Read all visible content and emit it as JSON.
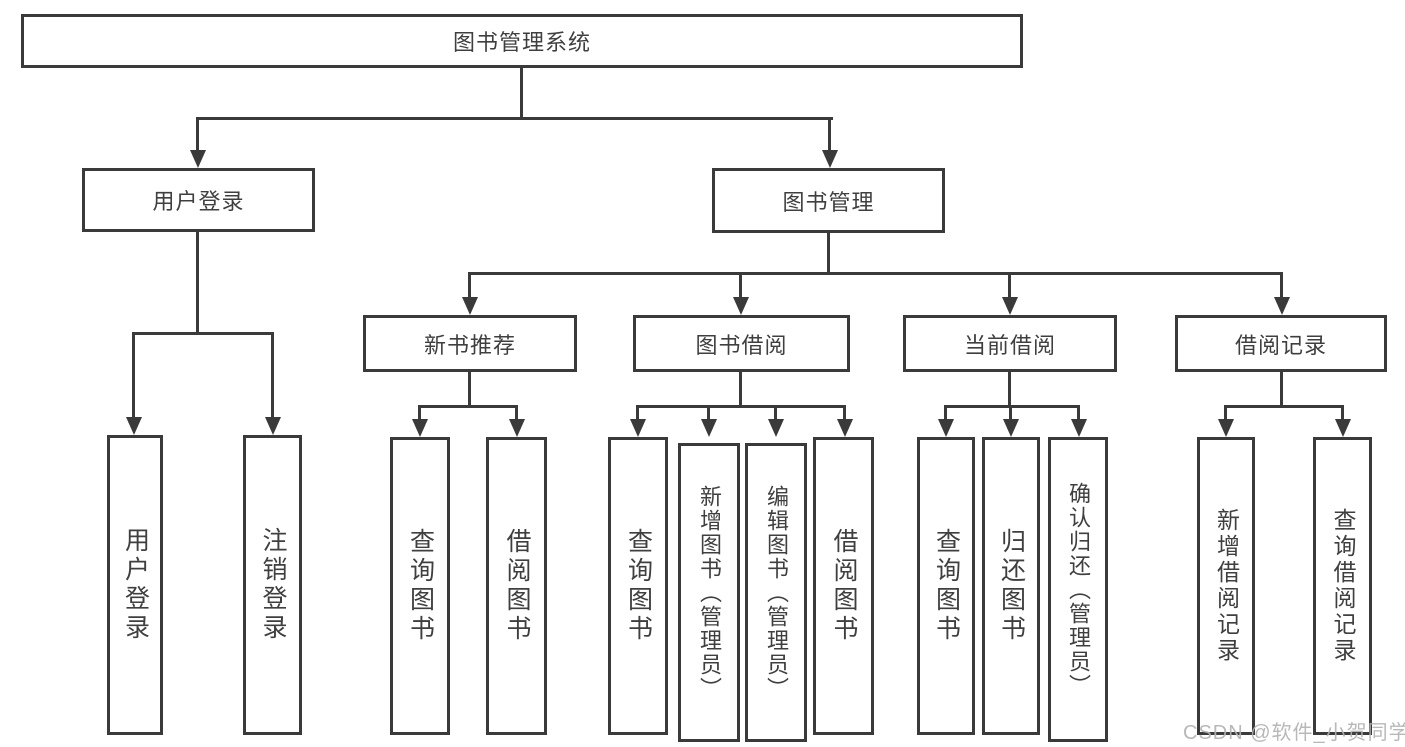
{
  "diagram": {
    "type": "hierarchy-tree",
    "title": "图书管理系统",
    "colors": {
      "line": "#3a3a3a",
      "box_border": "#3a3a3a",
      "box_background": "#ffffff",
      "text": "#3f3f3f",
      "watermark": "#b2b2b2"
    },
    "nodes": {
      "root": {
        "label": "图书管理系统"
      },
      "user_login": {
        "label": "用户登录"
      },
      "book_mgmt": {
        "label": "图书管理"
      },
      "new_book": {
        "label": "新书推荐"
      },
      "book_borrow": {
        "label": "图书借阅"
      },
      "current_borrow": {
        "label": "当前借阅"
      },
      "borrow_record": {
        "label": "借阅记录"
      },
      "leaf_user_login": {
        "label": "用户登录"
      },
      "leaf_logout": {
        "label": "注销登录"
      },
      "leaf_query_book_1": {
        "label": "查询图书"
      },
      "leaf_borrow_book_1": {
        "label": "借阅图书"
      },
      "leaf_query_book_2": {
        "label": "查询图书"
      },
      "leaf_add_book": {
        "label": "新增图书（管理员）"
      },
      "leaf_edit_book": {
        "label": "编辑图书（管理员）"
      },
      "leaf_borrow_book_2": {
        "label": "借阅图书"
      },
      "leaf_query_book_3": {
        "label": "查询图书"
      },
      "leaf_return_book": {
        "label": "归还图书"
      },
      "leaf_confirm_return": {
        "label": "确认归还（管理员）"
      },
      "leaf_add_record": {
        "label": "新增借阅记录"
      },
      "leaf_query_record": {
        "label": "查询借阅记录"
      }
    },
    "tree": [
      {
        "parent": "root",
        "children": [
          "user_login",
          "book_mgmt"
        ]
      },
      {
        "parent": "user_login",
        "children": [
          "leaf_user_login",
          "leaf_logout"
        ]
      },
      {
        "parent": "book_mgmt",
        "children": [
          "new_book",
          "book_borrow",
          "current_borrow",
          "borrow_record"
        ]
      },
      {
        "parent": "new_book",
        "children": [
          "leaf_query_book_1",
          "leaf_borrow_book_1"
        ]
      },
      {
        "parent": "book_borrow",
        "children": [
          "leaf_query_book_2",
          "leaf_add_book",
          "leaf_edit_book",
          "leaf_borrow_book_2"
        ]
      },
      {
        "parent": "current_borrow",
        "children": [
          "leaf_query_book_3",
          "leaf_return_book",
          "leaf_confirm_return"
        ]
      },
      {
        "parent": "borrow_record",
        "children": [
          "leaf_add_record",
          "leaf_query_record"
        ]
      }
    ],
    "watermark": "CSDN @软件_小贺同学"
  }
}
